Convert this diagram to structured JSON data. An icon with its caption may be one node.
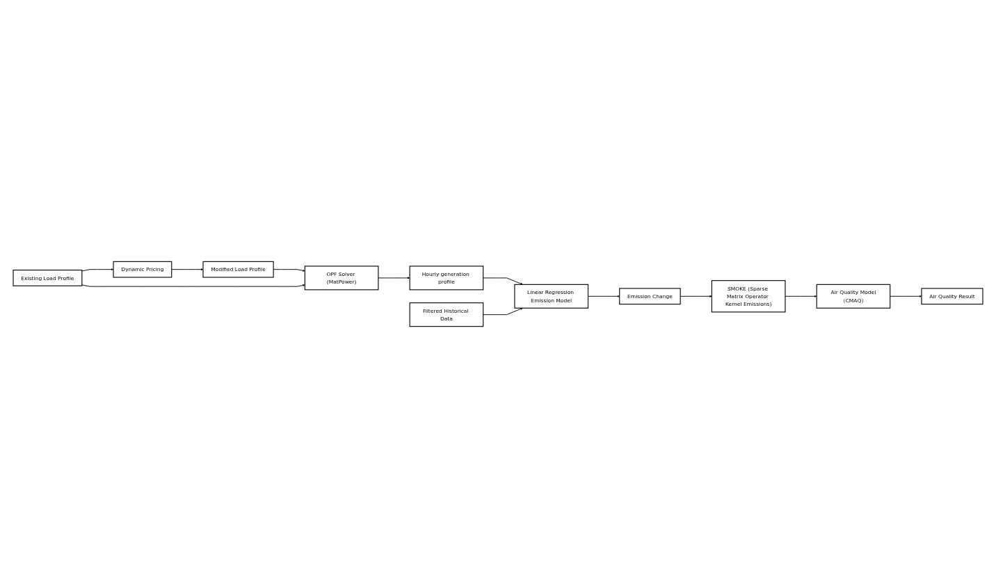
{
  "diagram": {
    "nodes": [
      {
        "text": [
          "Modified Load Profile"
        ]
      },
      {
        "text": [
          "OPF Solver (MatPower)"
        ]
      },
      {
        "text": [
          "Hourly generation profile"
        ]
      },
      {
        "text": [
          "Dynamic Pricing"
        ]
      },
      {
        "text": [
          "Filtered Historical Data"
        ]
      },
      {
        "text": [
          "Linear Regression Emission Model"
        ]
      },
      {
        "text": [
          "Existing Load Profile"
        ]
      },
      {
        "text": [
          "Emission Change"
        ]
      },
      {
        "text": [
          "Air Quality Result"
        ]
      },
      {
        "text": [
          "Air Quality Model（CMAQ）"
        ]
      },
      {
        "text": [
          "SMOKE (Sparse Matrix Operator Kernel Emissions)"
        ]
      }
    ],
    "edges": [
      {
        "from": 0,
        "to": 1,
        "arrow": "to"
      },
      {
        "from": 6,
        "to": 1,
        "arrow": "to"
      },
      {
        "from": 1,
        "to": 2,
        "arrow": "to"
      },
      {
        "from": 6,
        "to": 3,
        "arrow": "to"
      },
      {
        "from": 3,
        "to": 0,
        "arrow": "to"
      },
      {
        "from": 2,
        "to": 5,
        "arrow": "to"
      },
      {
        "from": 4,
        "to": 5,
        "arrow": "to"
      },
      {
        "from": 5,
        "to": 7,
        "arrow": "to"
      },
      {
        "from": 7,
        "to": 10,
        "arrow": "to"
      },
      {
        "from": 10,
        "to": 9,
        "arrow": "to"
      },
      {
        "from": 9,
        "to": 8,
        "arrow": "to"
      }
    ]
  }
}
